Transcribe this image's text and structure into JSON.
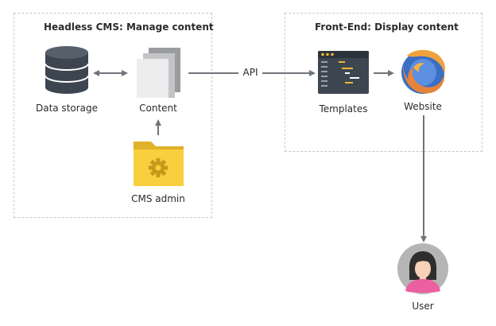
{
  "cms_box": {
    "title": "Headless CMS: Manage content"
  },
  "frontend_box": {
    "title": "Front-End: Display content"
  },
  "nodes": {
    "data_storage": "Data storage",
    "content": "Content",
    "cms_admin": "CMS admin",
    "templates": "Templates",
    "website": "Website",
    "user": "User"
  },
  "edges": {
    "api": "API"
  },
  "icons": {
    "database": "database-icon",
    "documents": "documents-icon",
    "folder": "folder-gear-icon",
    "code": "code-editor-icon",
    "browser": "firefox-icon",
    "user": "user-avatar-icon"
  },
  "colors": {
    "arrow": "#6f7479",
    "dashed_border": "#c9c9c9",
    "folder": "#f7cf3f",
    "firefox_orange": "#e8833a",
    "firefox_blue": "#3b6fc4",
    "avatar_bg": "#b5b5b5",
    "avatar_shirt": "#ec5fa0"
  }
}
